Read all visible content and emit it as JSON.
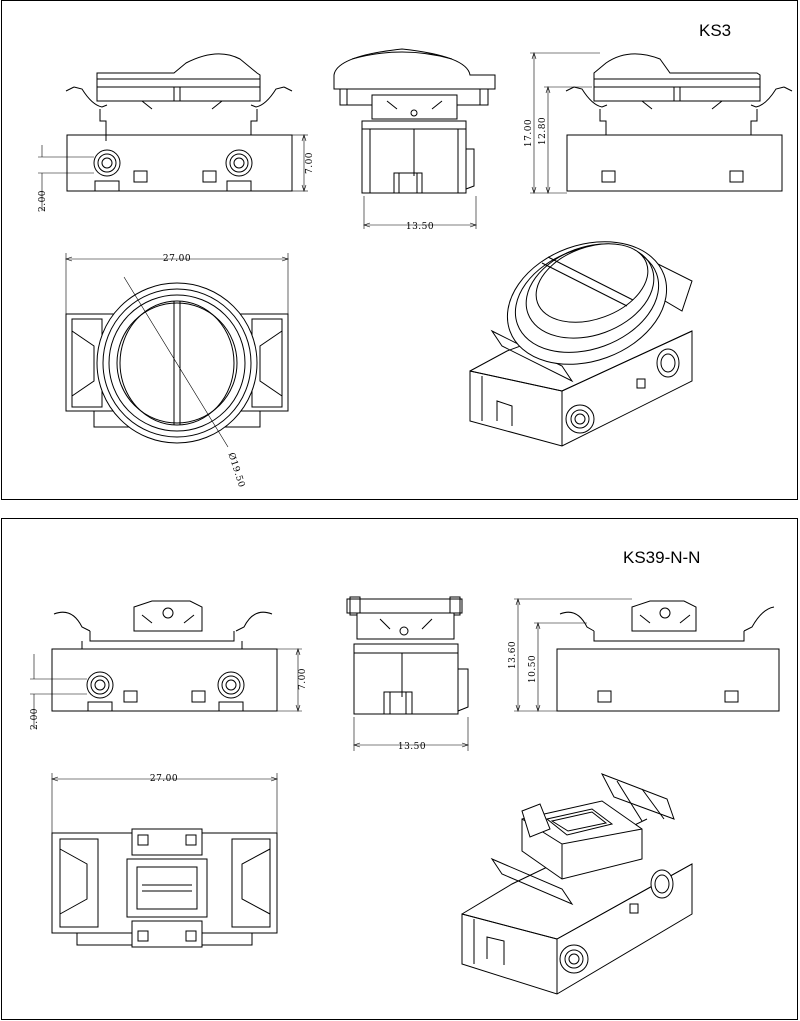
{
  "models": [
    {
      "name": "KS3",
      "dims": {
        "side_height": "7.00",
        "side_offset": "2.00",
        "front_width": "13.50",
        "right_total": "17.00",
        "right_partial": "12.80",
        "top_width": "27.00",
        "top_diameter": "Ø19.50"
      }
    },
    {
      "name": "KS39-N-N",
      "dims": {
        "side_height": "7.00",
        "side_offset": "2.00",
        "front_width": "13.50",
        "right_total": "13.60",
        "right_partial": "10.50",
        "top_width": "27.00"
      }
    }
  ]
}
